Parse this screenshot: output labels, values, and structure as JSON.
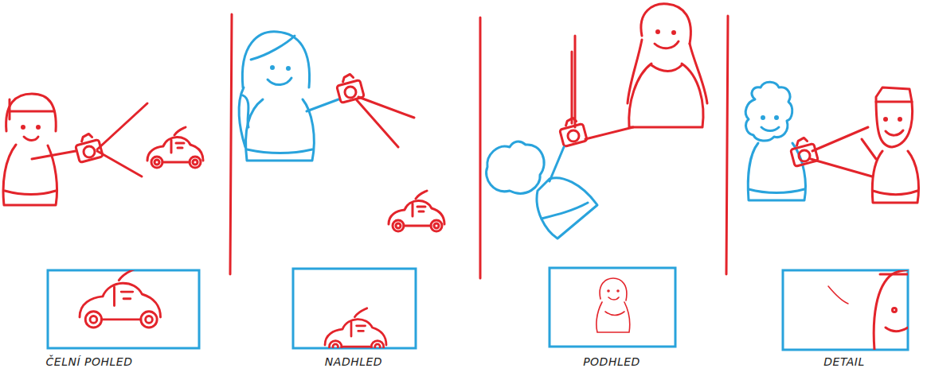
{
  "diagram": {
    "labels": [
      "ČELNÍ POHLED",
      "NADHLED",
      "PODHLED",
      "DETAIL"
    ]
  }
}
